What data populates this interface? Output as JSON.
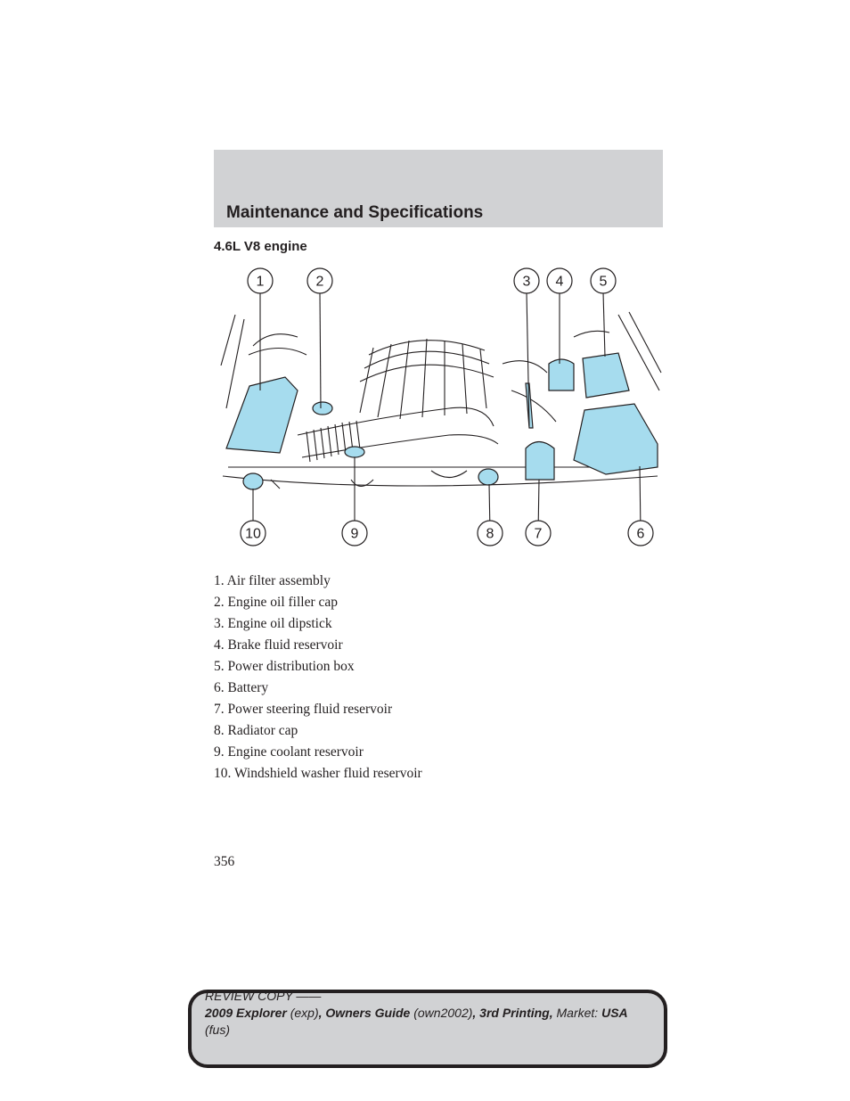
{
  "header": {
    "section_title": "Maintenance and Specifications"
  },
  "subheading": "4.6L V8 engine",
  "figure": {
    "callouts_top": [
      "1",
      "2",
      "3",
      "4",
      "5"
    ],
    "callouts_bottom": [
      "10",
      "9",
      "8",
      "7",
      "6"
    ],
    "highlight_color": "#a6dcee",
    "line_color": "#231f20"
  },
  "legend": [
    "1. Air filter assembly",
    "2. Engine oil filler cap",
    "3. Engine oil dipstick",
    "4. Brake fluid reservoir",
    "5. Power distribution box",
    "6. Battery",
    "7. Power steering fluid reservoir",
    "8. Radiator cap",
    "9. Engine coolant reservoir",
    "10. Windshield washer fluid reservoir"
  ],
  "page_number": "356",
  "footer": {
    "review_copy": "REVIEW COPY ——",
    "model": "2009 Explorer",
    "model_code": "(exp)",
    "sep1": ",",
    "guide": "Owners Guide",
    "guide_code": "(own2002)",
    "sep2": ",",
    "printing": "3rd Printing,",
    "market_label": "Market:",
    "market": "USA",
    "market_code": "(fus)"
  }
}
